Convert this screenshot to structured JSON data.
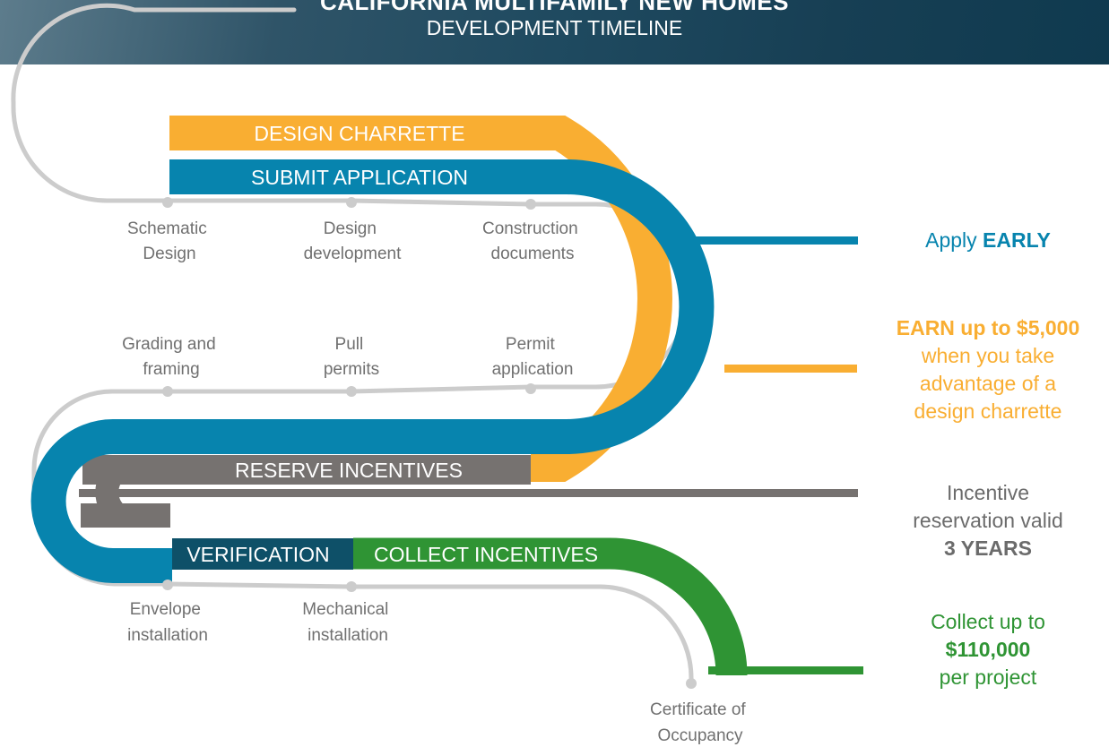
{
  "header": {
    "title": "CALIFORNIA MULTIFAMILY NEW HOMES",
    "subtitle": "DEVELOPMENT TIMELINE"
  },
  "bands": {
    "design_charrette": "DESIGN CHARRETTE",
    "submit_application": "SUBMIT APPLICATION",
    "reserve_incentives": "RESERVE INCENTIVES",
    "verification": "VERIFICATION",
    "collect_incentives": "COLLECT INCENTIVES"
  },
  "milestones": {
    "schematic": [
      "Schematic",
      "Design"
    ],
    "design_dev": [
      "Design",
      "development"
    ],
    "construction_docs": [
      "Construction",
      "documents"
    ],
    "grading": [
      "Grading and",
      "framing"
    ],
    "pull_permits": [
      "Pull",
      "permits"
    ],
    "permit_app": [
      "Permit",
      "application"
    ],
    "envelope": [
      "Envelope",
      "installation"
    ],
    "mechanical": [
      "Mechanical",
      "installation"
    ],
    "certificate": [
      "Certificate of",
      "Occupancy"
    ]
  },
  "notes": {
    "apply_prefix": "Apply ",
    "apply_bold": "EARLY",
    "earn_bold": "EARN up to $5,000",
    "earn_line2": "when you take",
    "earn_line3": "advantage of a",
    "earn_line4": "design charrette",
    "reserve_line1": "Incentive",
    "reserve_line2": "reservation valid",
    "reserve_bold": "3 YEARS",
    "collect_line1": "Collect up to",
    "collect_bold": "$110,000",
    "collect_line3": "per project"
  },
  "colors": {
    "orange": "#f9ae32",
    "blue": "#0784ae",
    "gray": "#767270",
    "green": "#2f9434",
    "dark_teal": "#0e5068",
    "track": "#cccccc",
    "label_gray": "#707070"
  }
}
